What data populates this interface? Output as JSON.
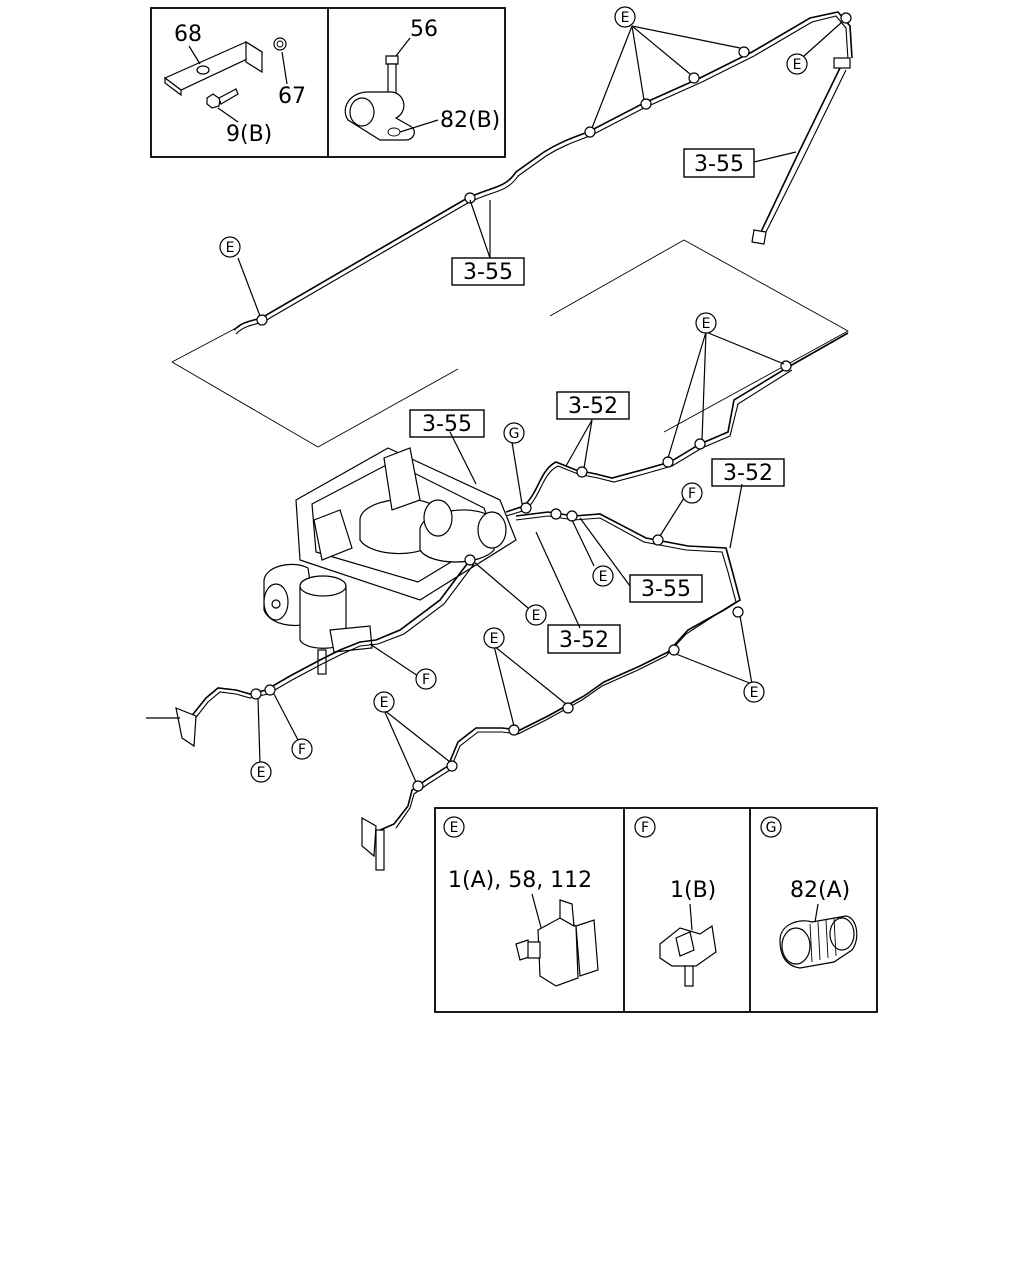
{
  "title": "",
  "callouts": {
    "clip_E": "E",
    "clip_F": "F",
    "clip_G": "G"
  },
  "references": {
    "r1": "3-55",
    "r2": "3-55",
    "r3": "3-55",
    "r4": "3-52",
    "r5": "3-52",
    "r6": "3-55",
    "r7": "3-52"
  },
  "inset_top_left": {
    "n1": "68",
    "n2": "67",
    "n3": "9(B)"
  },
  "inset_top_right": {
    "n1": "56",
    "n2": "82(B)"
  },
  "detail_E": {
    "tag": "E",
    "label": "1(A), 58, 112"
  },
  "detail_F": {
    "tag": "F",
    "label": "1(B)"
  },
  "detail_G": {
    "tag": "G",
    "label": "82(A)"
  }
}
